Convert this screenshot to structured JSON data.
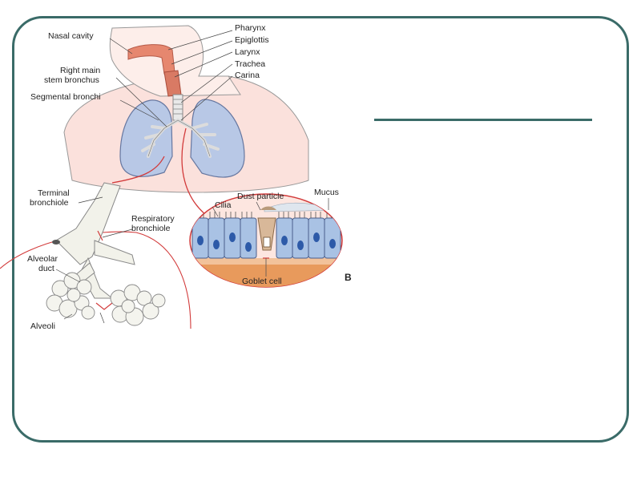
{
  "colors": {
    "frame": "#3a6b68",
    "accent_red": "#d23a3a",
    "lung": "#b8c8e6",
    "tissue_bg": "#fbe1dc"
  },
  "figure": {
    "labels": {
      "nasal_cavity": "Nasal cavity",
      "pharynx": "Pharynx",
      "epiglottis": "Epiglottis",
      "larynx": "Larynx",
      "trachea": "Trachea",
      "carina": "Carina",
      "right_main_1": "Right main",
      "right_main_2": "stem bronchus",
      "segmental_bronchi": "Segmental bronchi",
      "terminal_1": "Terminal",
      "terminal_2": "bronchiole",
      "respiratory_1": "Respiratory",
      "respiratory_2": "bronchiole",
      "alveolar_1": "Alveolar",
      "alveolar_2": "duct",
      "alveoli": "Alveoli",
      "dust_particle": "Dust particle",
      "mucus": "Mucus",
      "cilia": "Cilia",
      "goblet_cell": "Goblet cell",
      "panel_b": "B"
    }
  }
}
